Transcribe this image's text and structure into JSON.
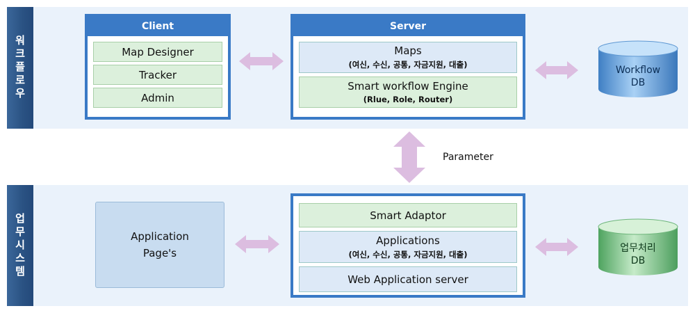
{
  "workflow_band": {
    "label": "워크플로우"
  },
  "business_band": {
    "label": "업무시스템"
  },
  "client": {
    "title": "Client",
    "items": [
      {
        "label": "Map Designer"
      },
      {
        "label": "Tracker"
      },
      {
        "label": "Admin"
      }
    ]
  },
  "server": {
    "title": "Server",
    "maps": {
      "label": "Maps",
      "sub": "(여신, 수신, 공통, 자금지원, 대출)"
    },
    "engine": {
      "label": "Smart workflow Engine",
      "sub": "(Rlue, Role, Router)"
    }
  },
  "workflow_db": {
    "line1": "Workflow",
    "line2": "DB"
  },
  "parameter": {
    "label": "Parameter"
  },
  "application_pages": {
    "line1": "Application",
    "line2": "Page's"
  },
  "adaptor_stack": {
    "smart_adaptor": {
      "label": "Smart Adaptor"
    },
    "applications": {
      "label": "Applications",
      "sub": "(여신, 수신, 공통, 자금지원, 대출)"
    },
    "web_app_server": {
      "label": "Web Application server"
    }
  },
  "business_db": {
    "line1": "업무처리",
    "line2": "DB"
  },
  "colors": {
    "band": "#eaf2fb",
    "panel_border": "#3a7ac6",
    "arrow": "#dcbde0",
    "db_blue": "#6ca6e0",
    "db_green": "#7cc48a"
  }
}
